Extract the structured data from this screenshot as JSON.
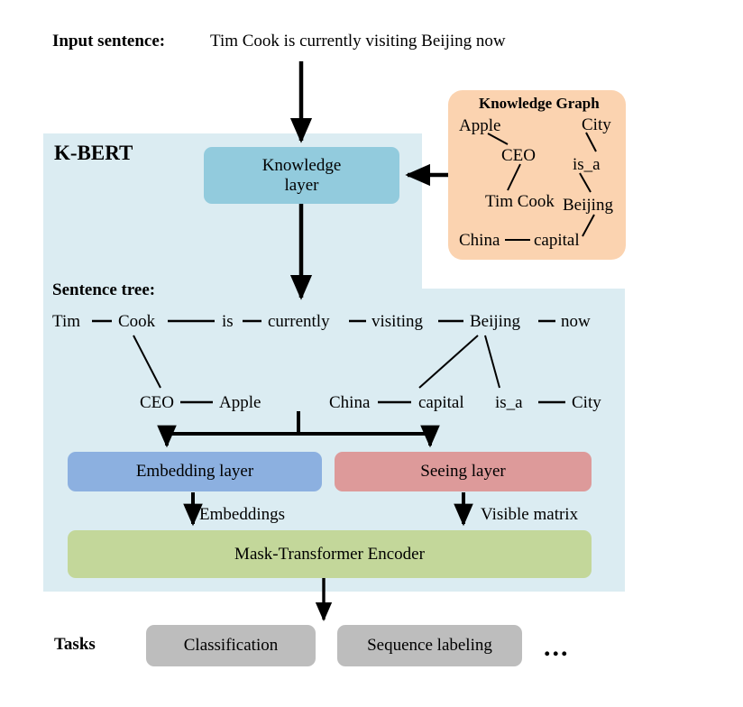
{
  "figure": {
    "input_label": "Input sentence:",
    "input_sentence": "Tim Cook is currently visiting Beijing now",
    "model_name": "K-BERT",
    "sentence_tree_label": "Sentence tree:",
    "tasks_label": "Tasks",
    "ellipsis": "..."
  },
  "knowledge_graph": {
    "title": "Knowledge Graph",
    "nodes": [
      {
        "id": "apple",
        "label": "Apple"
      },
      {
        "id": "ceo",
        "label": "CEO"
      },
      {
        "id": "tim_cook",
        "label": "Tim Cook"
      },
      {
        "id": "china",
        "label": "China"
      },
      {
        "id": "capital",
        "label": "capital"
      },
      {
        "id": "beijing",
        "label": "Beijing"
      },
      {
        "id": "is_a",
        "label": "is_a"
      },
      {
        "id": "city",
        "label": "City"
      }
    ],
    "edges": [
      {
        "from": "apple",
        "to": "ceo"
      },
      {
        "from": "ceo",
        "to": "tim_cook"
      },
      {
        "from": "china",
        "to": "capital"
      },
      {
        "from": "capital",
        "to": "beijing"
      },
      {
        "from": "beijing",
        "to": "is_a"
      },
      {
        "from": "is_a",
        "to": "city"
      }
    ]
  },
  "boxes": {
    "knowledge_layer": "Knowledge\nlayer",
    "knowledge_layer_line1": "Knowledge",
    "knowledge_layer_line2": "layer",
    "embedding_layer": "Embedding layer",
    "seeing_layer": "Seeing layer",
    "encoder": "Mask-Transformer Encoder",
    "classification": "Classification",
    "sequence_labeling": "Sequence labeling"
  },
  "edge_labels": {
    "embeddings": "Embeddings",
    "visible_matrix": "Visible matrix"
  },
  "sentence_tree": {
    "main_tokens": [
      "Tim",
      "Cook",
      "is",
      "currently",
      "visiting",
      "Beijing",
      "now"
    ],
    "branches": [
      {
        "parent": "Cook",
        "chain": [
          "CEO",
          "Apple"
        ]
      },
      {
        "parent": "Beijing",
        "chain": [
          "China",
          "capital"
        ]
      },
      {
        "parent": "Beijing",
        "chain": [
          "is_a",
          "City"
        ]
      }
    ]
  },
  "colors": {
    "panel": "#dbecf2",
    "knowledge_graph_box": "#fbd3b0",
    "knowledge_layer": "#92cbdd",
    "embedding_layer": "#8cb0e0",
    "seeing_layer": "#dd9a9a",
    "encoder": "#c3d79a",
    "task_box": "#bdbdbd",
    "arrow": "#000000"
  }
}
